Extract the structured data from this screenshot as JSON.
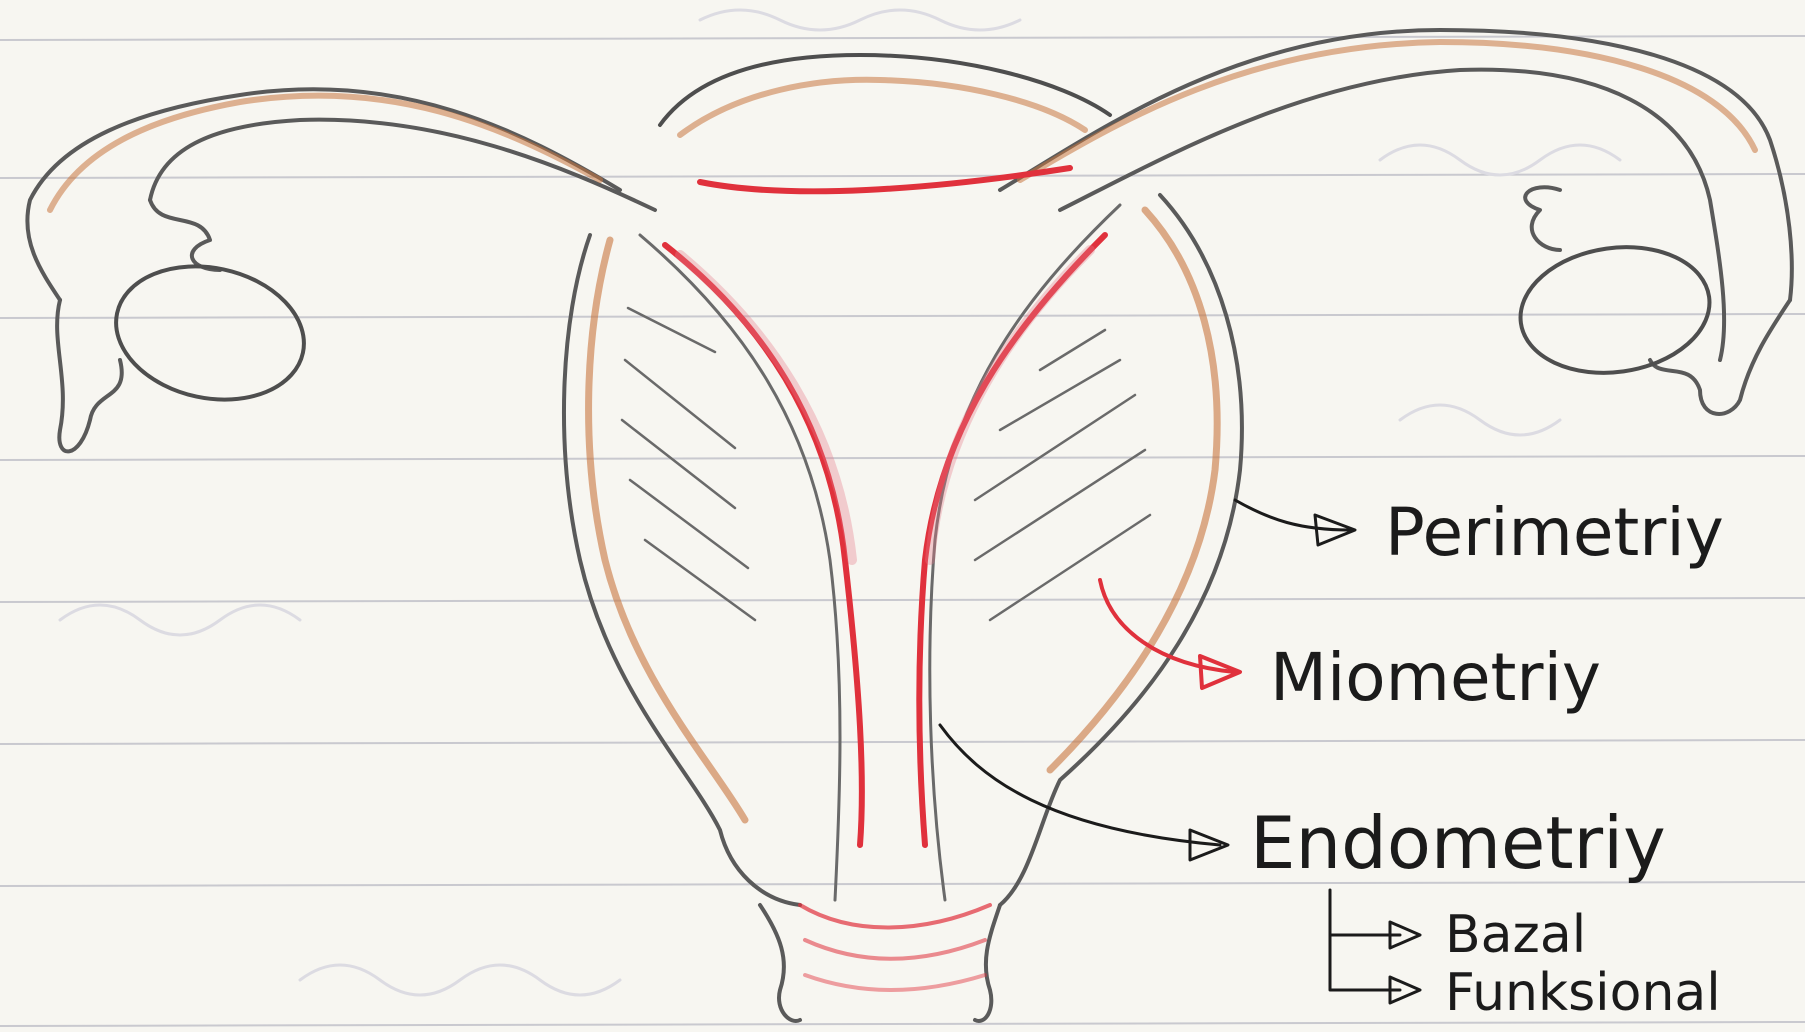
{
  "diagram": {
    "labels": {
      "perimetry": "Perimetriy",
      "miometry": "Miometriy",
      "endometry": "Endometriy",
      "bazal": "Bazal",
      "funksional": "Funksional"
    },
    "colors": {
      "paper": "#f7f6f1",
      "ruled_line": "#c9c9cf",
      "pencil": "#5a5a5a",
      "red_pencil": "#e0313c",
      "orange_pencil": "#c8763f",
      "ink": "#1b1b1b"
    }
  }
}
